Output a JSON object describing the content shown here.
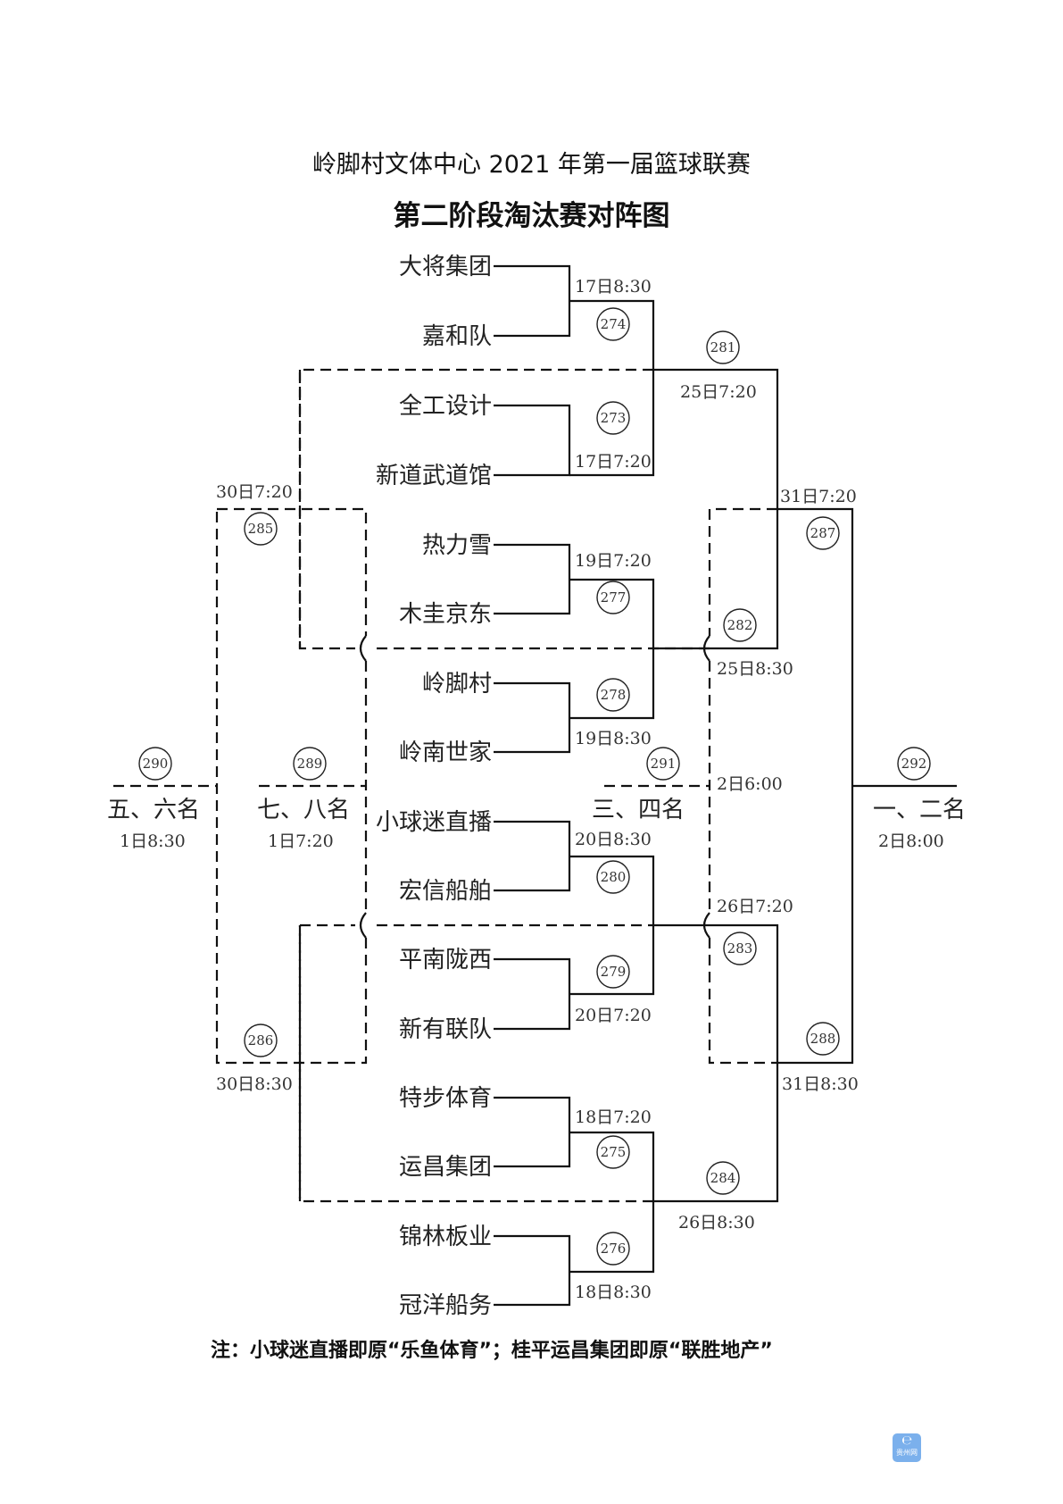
{
  "header": {
    "title": "岭脚村文体中心 2021 年第一届篮球联赛",
    "subtitle": "第二阶段淘汰赛对阵图"
  },
  "teams": [
    "大将集团",
    "嘉和队",
    "全工设计",
    "新道武道馆",
    "热力雪",
    "木圭京东",
    "岭脚村",
    "岭南世家",
    "小球迷直播",
    "宏信船舶",
    "平南陇西",
    "新有联队",
    "特步体育",
    "运昌集团",
    "锦林板业",
    "冠洋船务"
  ],
  "round1": [
    {
      "game": "274",
      "time": "17日8:30",
      "teams": [
        "大将集团",
        "嘉和队"
      ]
    },
    {
      "game": "273",
      "time": "17日7:20",
      "teams": [
        "全工设计",
        "新道武道馆"
      ]
    },
    {
      "game": "277",
      "time": "19日7:20",
      "teams": [
        "热力雪",
        "木圭京东"
      ]
    },
    {
      "game": "278",
      "time": "19日8:30",
      "teams": [
        "岭脚村",
        "岭南世家"
      ]
    },
    {
      "game": "280",
      "time": "20日8:30",
      "teams": [
        "小球迷直播",
        "宏信船舶"
      ]
    },
    {
      "game": "279",
      "time": "20日7:20",
      "teams": [
        "平南陇西",
        "新有联队"
      ]
    },
    {
      "game": "275",
      "time": "18日7:20",
      "teams": [
        "特步体育",
        "运昌集团"
      ]
    },
    {
      "game": "276",
      "time": "18日8:30",
      "teams": [
        "锦林板业",
        "冠洋船务"
      ]
    }
  ],
  "round2": [
    {
      "game": "281",
      "time": "25日7:20"
    },
    {
      "game": "282",
      "time": "25日8:30"
    },
    {
      "game": "283",
      "time": "26日7:20"
    },
    {
      "game": "284",
      "time": "26日8:30"
    }
  ],
  "semis": [
    {
      "game": "287",
      "time": "31日7:20"
    },
    {
      "game": "288",
      "time": "31日8:30"
    }
  ],
  "consolation": [
    {
      "game": "285",
      "time": "30日7:20"
    },
    {
      "game": "286",
      "time": "30日8:30"
    }
  ],
  "placements": [
    {
      "game": "292",
      "label": "一、二名",
      "time": "2日8:00"
    },
    {
      "game": "291",
      "label": "三、四名",
      "time": "2日6:00"
    },
    {
      "game": "290",
      "label": "五、六名",
      "time": "1日8:30"
    },
    {
      "game": "289",
      "label": "七、八名",
      "time": "1日7:20"
    }
  ],
  "note": "注：小球迷直播即原“乐鱼体育”；桂平运昌集团即原“联胜地产”",
  "watermark": {
    "text": "贵州网",
    "color": "#5b9de8"
  }
}
